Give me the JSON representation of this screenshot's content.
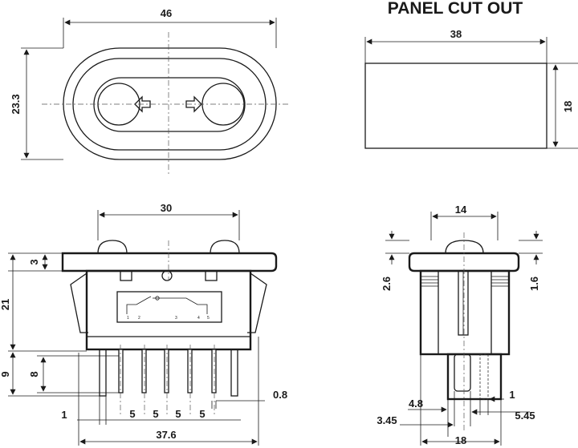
{
  "title": "PANEL CUT OUT",
  "dims": {
    "top_width": "46",
    "top_height": "23.3",
    "cutout_width": "38",
    "cutout_height": "18",
    "front_width": "30",
    "flange": "3",
    "body_height": "21",
    "term_total": "9",
    "term_len": "8",
    "term_thick": "0.8",
    "term_offset": "1",
    "pitch": [
      "5",
      "5",
      "5",
      "5"
    ],
    "overall_width": "37.6",
    "side_width": "14",
    "side_left": "2.6",
    "side_right": "1.6",
    "s_4_8": "4.8",
    "s_1": "1",
    "s_3_45": "3.45",
    "s_5_45": "5.45",
    "s_18": "18"
  },
  "pin_labels": [
    "1",
    "2",
    "3",
    "4",
    "5"
  ]
}
